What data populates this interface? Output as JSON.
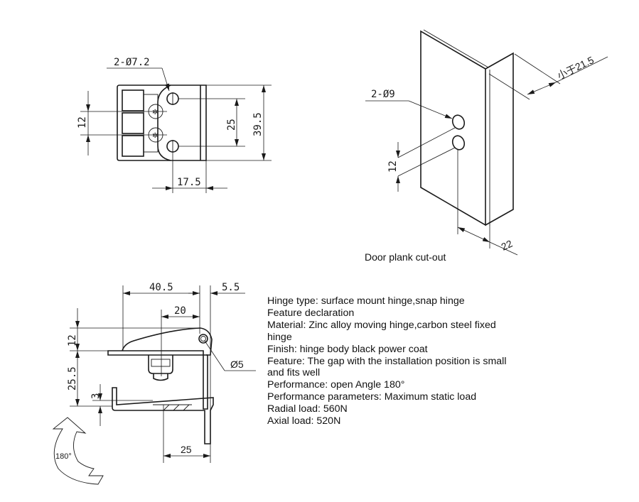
{
  "top_view": {
    "hole_callout": "2-Ø7.2",
    "dim_hole_pitch": "25",
    "dim_height": "39.5",
    "dim_width": "17.5",
    "dim_slot_pitch": "12"
  },
  "door_cutout": {
    "hole_callout": "2-Ø9",
    "dim_hole_pitch": "12",
    "dim_offset": "22",
    "dim_flange": "小于21.5",
    "caption": "Door plank cut-out"
  },
  "side_view": {
    "dim_length": "40.5",
    "dim_gap": "5.5",
    "dim_screw_offset": "20",
    "dim_upper": "12",
    "dim_lower": "25.5",
    "dim_thickness": "3",
    "dim_pin": "Ø5",
    "dim_base": "25",
    "rotation_label": "180°"
  },
  "specs": [
    "Hinge type: surface mount hinge,snap hinge",
    "Feature declaration",
    "Material: Zinc alloy moving hinge,carbon steel fixed",
    "hinge",
    "Finish: hinge body black power coat",
    "Feature: The gap with the installation position is small",
    "and fits well",
    "Performance: open Angle 180°",
    "Performance parameters: Maximum static load",
    "Radial load: 560N",
    "Axial load: 520N"
  ]
}
